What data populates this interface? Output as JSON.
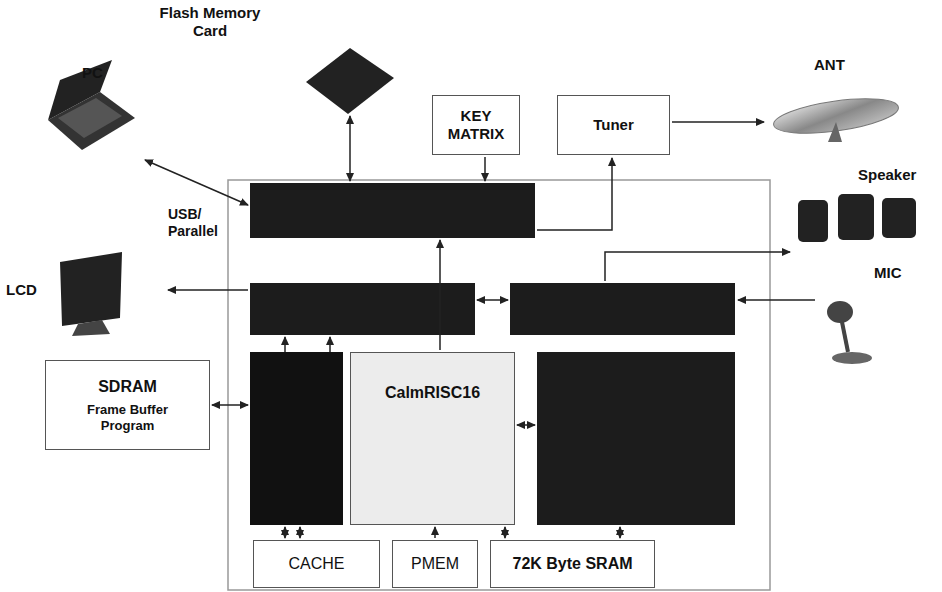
{
  "diagram": {
    "nodes": [
      {
        "text": [
          "Flash Memory Card"
        ]
      },
      {
        "text": [
          "KEY MATRIX"
        ]
      },
      {
        "text": [
          "Tuner"
        ]
      },
      {
        "text": [
          "ANT"
        ]
      },
      {
        "text": [
          "PC"
        ]
      },
      {
        "text": [
          "Speaker"
        ]
      },
      {
        "text": [
          "LCD"
        ]
      },
      {
        "text": [
          "MIC"
        ]
      },
      {
        "text": [
          "SDRAM",
          "Frame Buffer Program"
        ]
      },
      {
        "text": [
          "CalmRISC16"
        ]
      },
      {
        "text": [
          "CACHE"
        ]
      },
      {
        "text": [
          "PMEM"
        ]
      },
      {
        "text": [
          "72K Byte SRAM"
        ]
      }
    ],
    "edges": [
      {
        "from": 2,
        "to": 3,
        "arrow": "to"
      },
      {
        "from": 9,
        "to": 10,
        "arrow": "both"
      },
      {
        "from": 11,
        "to": 9,
        "arrow": "to"
      },
      {
        "from": 9,
        "to": 12,
        "arrow": "both"
      }
    ],
    "labels": [
      "USB/ Parallel"
    ]
  }
}
